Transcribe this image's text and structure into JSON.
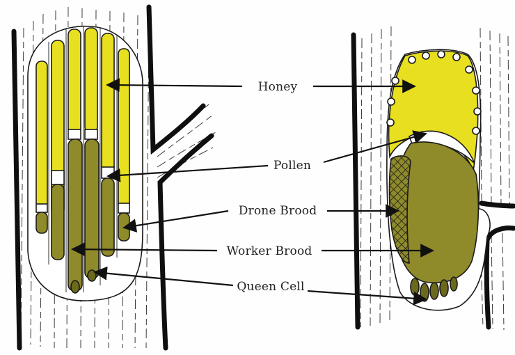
{
  "labels": {
    "honey": "Honey",
    "pollen": "Pollen",
    "drone_brood": "Drone Brood",
    "worker_brood": "Worker Brood",
    "queen_cell": "Queen Cell"
  },
  "colors": {
    "honey": "#e7df1f",
    "brood": "#8f8a2a",
    "brood_dark": "#6b6a1c",
    "wood_lines": "#3a3a3a",
    "trunk": "#0f0f0f"
  }
}
